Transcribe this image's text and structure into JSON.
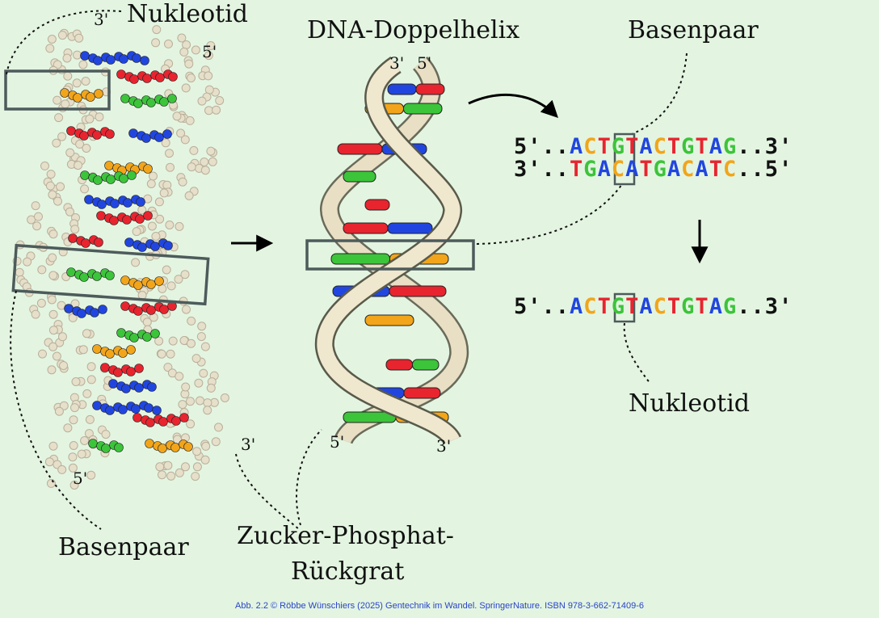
{
  "labels": {
    "nucleotide_top": "Nukleotid",
    "double_helix": "DNA-Doppelhelix",
    "base_pair_top": "Basenpaar",
    "base_pair_bottom": "Basenpaar",
    "backbone_line1": "Zucker-Phosphat-",
    "backbone_line2": "Rückgrat",
    "nucleotide_bottom": "Nukleotid"
  },
  "ends": {
    "mol_top_3": "3'",
    "mol_top_5": "5'",
    "mol_bottom_3": "3'",
    "mol_bottom_5": "5'",
    "helix_top_3": "3'",
    "helix_top_5": "5'",
    "helix_bottom_5": "5'",
    "helix_bottom_3": "3'"
  },
  "sequences": {
    "strand_top": {
      "prefix": "5'..",
      "bases": [
        "A",
        "C",
        "T",
        "G",
        "T",
        "A",
        "C",
        "T",
        "G",
        "T",
        "A",
        "G"
      ],
      "suffix": "..3'"
    },
    "strand_bottom": {
      "prefix": "3'..",
      "bases": [
        "T",
        "G",
        "A",
        "C",
        "A",
        "T",
        "G",
        "A",
        "C",
        "A",
        "T",
        "C"
      ],
      "suffix": "..5'"
    },
    "single_strand": {
      "prefix": "5'..",
      "bases": [
        "A",
        "C",
        "T",
        "G",
        "T",
        "A",
        "C",
        "T",
        "G",
        "T",
        "A",
        "G"
      ],
      "suffix": "..3'"
    }
  },
  "colors": {
    "A": "#2146e0",
    "C": "#f2a51a",
    "G": "#3cc43a",
    "T": "#e8242f",
    "background": "#e3f5e1",
    "backbone": "#e8dfc4",
    "frame": "#4d5b5b"
  },
  "credit": "Abb. 2.2 © Röbbe Wünschiers (2025) Gentechnik im Wandel. SpringerNature. ISBN 978-3-662-71409-6"
}
